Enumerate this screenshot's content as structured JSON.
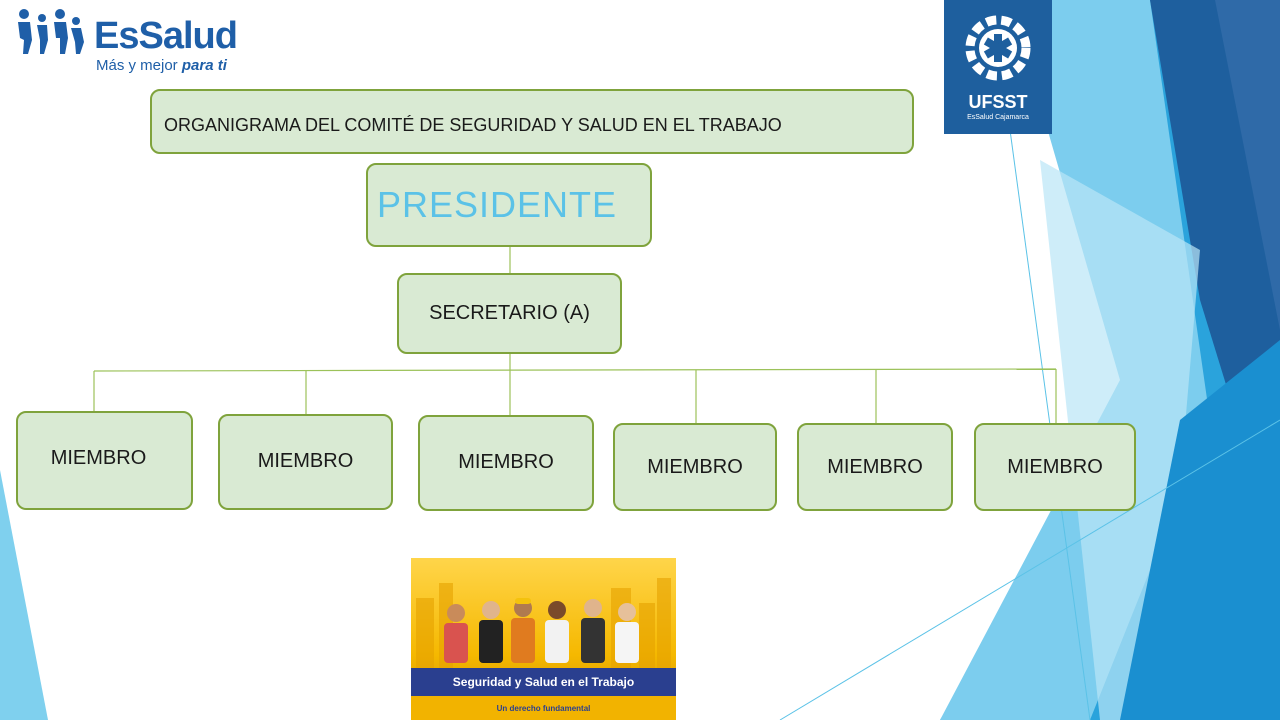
{
  "logo": {
    "brand": "EsSalud",
    "tagline_plain": "Más y mejor ",
    "tagline_bold": "para ti"
  },
  "badge": {
    "title": "UFSST",
    "subtitle": "EsSalud Cajamarca"
  },
  "chart": {
    "title": "ORGANIGRAMA DEL COMITÉ DE SEGURIDAD Y SALUD EN EL TRABAJO",
    "president": "PRESIDENTE",
    "secretary": "SECRETARIO (A)",
    "members": [
      "MIEMBRO",
      "MIEMBRO",
      "MIEMBRO",
      "MIEMBRO",
      "MIEMBRO",
      "MIEMBRO"
    ]
  },
  "banner": {
    "title": "Seguridad y Salud en el Trabajo",
    "subtitle": "Un derecho fundamental"
  },
  "colors": {
    "box_fill": "#d9ead3",
    "box_border": "#7fa33c",
    "president_text": "#5bc2e7",
    "accent_blue": "#1e5f9e"
  }
}
